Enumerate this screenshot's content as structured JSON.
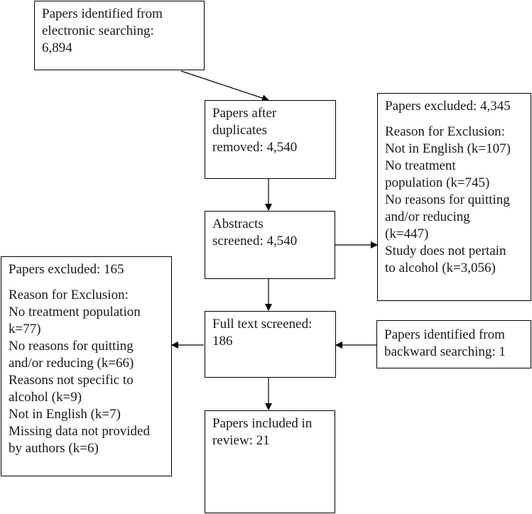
{
  "boxes": {
    "identified_electronic": {
      "lines": [
        "Papers identified from",
        "electronic searching:",
        "6,894"
      ]
    },
    "after_duplicates": {
      "lines": [
        "Papers after",
        "duplicates",
        "removed: 4,540"
      ]
    },
    "abstracts_screened": {
      "lines": [
        "Abstracts",
        "screened: 4,540"
      ]
    },
    "full_text_screened": {
      "lines": [
        "Full text screened:",
        "186"
      ]
    },
    "included": {
      "lines": [
        "Papers included in",
        "review: 21"
      ]
    },
    "backward_searching": {
      "lines": [
        "Papers identified from",
        "backward searching: 1"
      ]
    },
    "excluded_abstracts": {
      "title": "Papers excluded: 4,345",
      "lines": [
        "Reason for Exclusion:",
        "Not in English (k=107)",
        "No treatment",
        "population (k=745)",
        "No reasons for quitting",
        "and/or reducing",
        "(k=447)",
        "Study does not pertain",
        "to alcohol (k=3,056)"
      ]
    },
    "excluded_fulltext": {
      "title": "Papers excluded: 165",
      "lines": [
        "Reason for Exclusion:",
        "No treatment population",
        "k=77)",
        "No reasons for quitting",
        "and/or reducing (k=66)",
        "Reasons not specific to",
        "alcohol (k=9)",
        "Not in English (k=7)",
        "Missing data not provided",
        "by authors (k=6)"
      ]
    }
  }
}
